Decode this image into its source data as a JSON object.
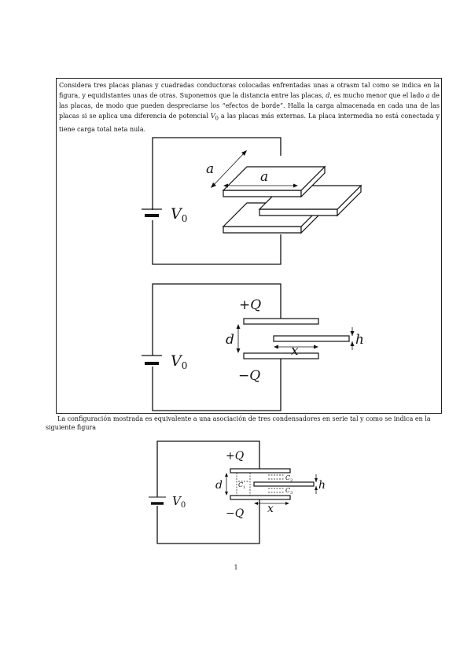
{
  "problem": {
    "statement_parts": [
      "Considera tres placas planas y cuadradas conductoras colocadas enfrentadas unas a otrasm tal como se indica en la figura, y equidistantes unas de otras. Suponemos que la distancia entre las placas, ",
      "d",
      ", es mucho menor que el lado ",
      "a",
      " de las placas, de modo que pueden despreciarse los “efectos de borde”. Halla la carga almacenada en cada una de las placas si se aplica una diferencia de potencial ",
      "V",
      "0",
      " a las placas más externas. La placa intermedia no está conectada y tiene carga total neta nula."
    ]
  },
  "figure1": {
    "side_label": "a",
    "top_label": "a",
    "voltage": "V",
    "voltage_sub": "0"
  },
  "figure2": {
    "top_charge": "+Q",
    "bottom_charge": "−Q",
    "gap_label": "d",
    "thickness_label": "h",
    "offset_label": "x",
    "voltage": "V",
    "voltage_sub": "0"
  },
  "solution_text": "La configuración mostrada es equivalente a una asociación de tres condensadores en serie tal y como se indica en la siguiente figura",
  "figure3": {
    "top_charge": "+Q",
    "bottom_charge": "−Q",
    "gap_label": "d",
    "thickness_label": "h",
    "offset_label": "x",
    "voltage": "V",
    "voltage_sub": "0",
    "cap1": "C",
    "cap1_sub": "1",
    "cap2": "C",
    "cap2_sub": "2",
    "cap3": "C",
    "cap3_sub": "3"
  },
  "page_number": "1"
}
